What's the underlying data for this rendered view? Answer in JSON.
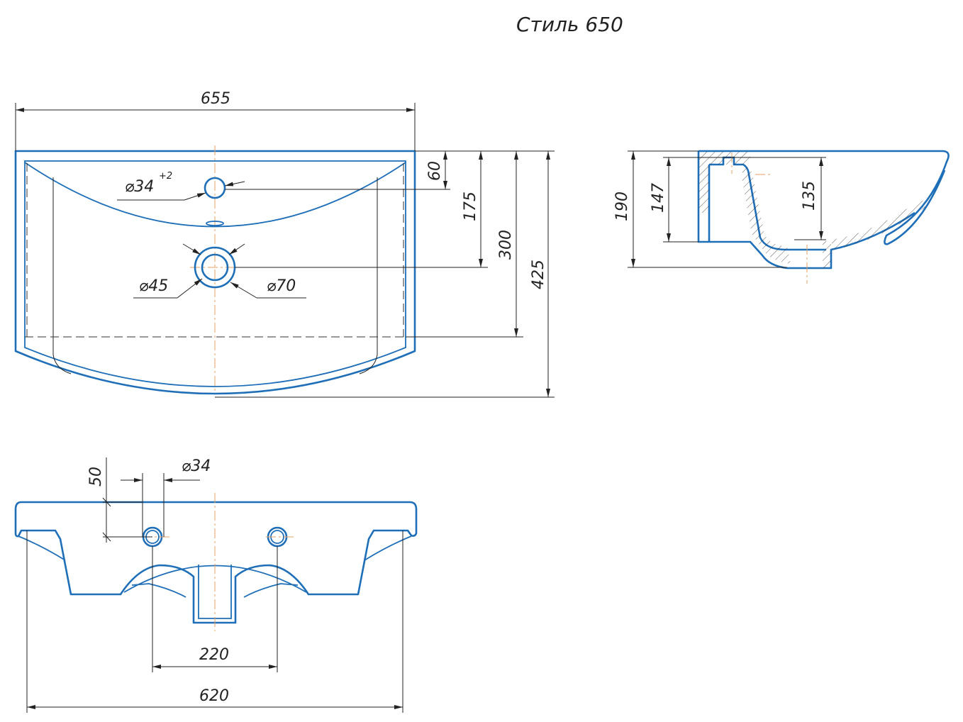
{
  "title": "Стиль 650",
  "top_view": {
    "width": "655",
    "tap_hole": "⌀34",
    "tap_hole_tol": "+2",
    "dim_60": "60",
    "dim_175": "175",
    "dim_300": "300",
    "dim_425": "425",
    "drain_inner": "⌀45",
    "drain_outer": "⌀70"
  },
  "side_view": {
    "dim_190": "190",
    "dim_147": "147",
    "dim_135": "135"
  },
  "front_view": {
    "dim_50": "50",
    "hole": "⌀34",
    "dim_220": "220",
    "dim_620": "620"
  }
}
